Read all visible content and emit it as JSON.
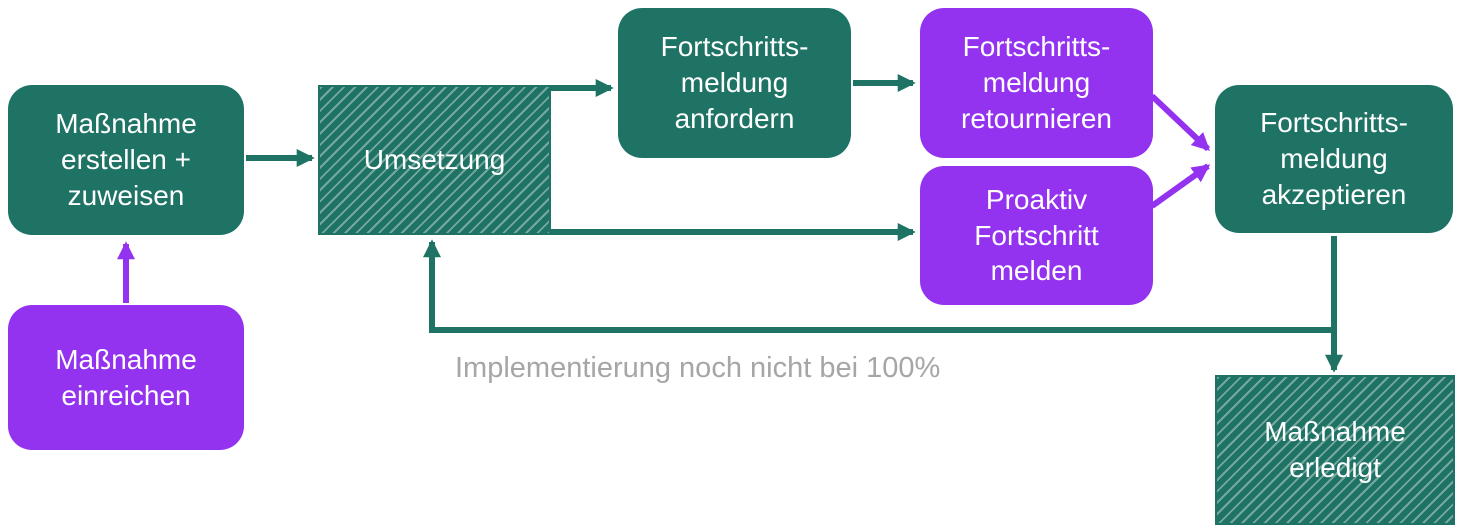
{
  "diagram": {
    "nodes": {
      "erstellen": {
        "label": "Maßnahme\nerstellen +\nzuweisen"
      },
      "einreichen": {
        "label": "Maßnahme\neinreichen"
      },
      "umsetzung": {
        "label": "Umsetzung"
      },
      "anfordern": {
        "label": "Fortschritts-\nmeldung\nanfordern"
      },
      "retournieren": {
        "label": "Fortschritts-\nmeldung\nretournieren"
      },
      "proaktiv": {
        "label": "Proaktiv\nFortschritt\nmelden"
      },
      "akzeptieren": {
        "label": "Fortschritts-\nmeldung\nakzeptieren"
      },
      "erledigt": {
        "label": "Maßnahme\nerledigt"
      }
    },
    "annotation": {
      "feedback_label": "Implementierung noch nicht bei 100%"
    },
    "colors": {
      "teal": "#1f7365",
      "purple": "#9333f0",
      "annotation_gray": "#a6a6a6"
    }
  }
}
